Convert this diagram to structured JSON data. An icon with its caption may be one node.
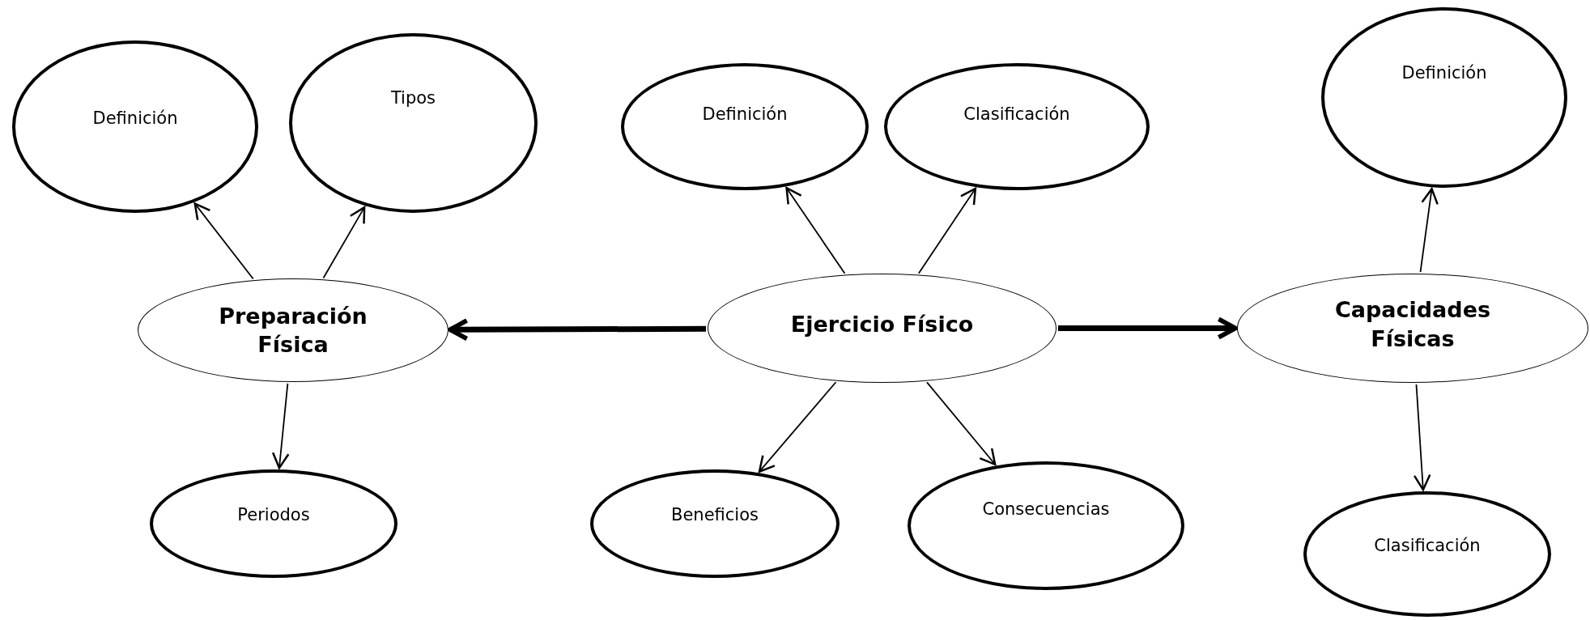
{
  "diagram": {
    "nodes": [
      {
        "text": [
          "Definición"
        ]
      },
      {
        "text": [
          "Tipos"
        ]
      },
      {
        "text": [
          "Definición"
        ]
      },
      {
        "text": [
          "Clasificación"
        ]
      },
      {
        "text": [
          "Definición"
        ]
      },
      {
        "text": [
          "Preparación Física"
        ]
      },
      {
        "text": [
          "Ejercicio Físico"
        ]
      },
      {
        "text": [
          "Capacidades Físicas"
        ]
      },
      {
        "text": [
          "Periodos"
        ]
      },
      {
        "text": [
          "Beneficios"
        ]
      },
      {
        "text": [
          "Consecuencias"
        ]
      },
      {
        "text": [
          "Clasificación"
        ]
      }
    ],
    "edges": [
      {
        "from": 5,
        "to": 0,
        "arrow": "to"
      },
      {
        "from": 5,
        "to": 1,
        "arrow": "to"
      },
      {
        "from": 5,
        "to": 8,
        "arrow": "to"
      },
      {
        "from": 6,
        "to": 2,
        "arrow": "to"
      },
      {
        "from": 6,
        "to": 3,
        "arrow": "to"
      },
      {
        "from": 6,
        "to": 5,
        "arrow": "to",
        "style": "thick"
      },
      {
        "from": 6,
        "to": 7,
        "arrow": "to",
        "style": "thick"
      },
      {
        "from": 6,
        "to": 9,
        "arrow": "to"
      },
      {
        "from": 6,
        "to": 10,
        "arrow": "to"
      },
      {
        "from": 7,
        "to": 4,
        "arrow": "to"
      },
      {
        "from": 7,
        "to": 11,
        "arrow": "to"
      }
    ]
  }
}
